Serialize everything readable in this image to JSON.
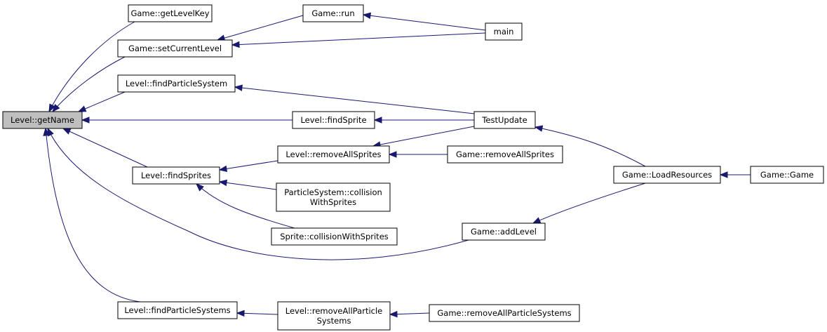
{
  "graph": {
    "colors": {
      "edge": "#191970",
      "node_border": "#000000",
      "root_fill": "#bfbfbf",
      "node_fill": "#ffffff"
    },
    "nodes": [
      {
        "id": "level_getname",
        "lines": [
          "Level::getName"
        ],
        "root": true
      },
      {
        "id": "game_getlevelkey",
        "lines": [
          "Game::getLevelKey"
        ]
      },
      {
        "id": "game_setcurrentlevel",
        "lines": [
          "Game::setCurrentLevel"
        ]
      },
      {
        "id": "level_findparticlesystem",
        "lines": [
          "Level::findParticleSystem"
        ]
      },
      {
        "id": "level_findsprite",
        "lines": [
          "Level::findSprite"
        ]
      },
      {
        "id": "level_findsprites",
        "lines": [
          "Level::findSprites"
        ]
      },
      {
        "id": "level_findparticlesystems",
        "lines": [
          "Level::findParticleSystems"
        ]
      },
      {
        "id": "game_run",
        "lines": [
          "Game::run"
        ]
      },
      {
        "id": "main",
        "lines": [
          "main"
        ]
      },
      {
        "id": "testupdate",
        "lines": [
          "TestUpdate"
        ]
      },
      {
        "id": "level_removeallsprites",
        "lines": [
          "Level::removeAllSprites"
        ]
      },
      {
        "id": "game_removeallsprites",
        "lines": [
          "Game::removeAllSprites"
        ]
      },
      {
        "id": "particlesystem_collision",
        "lines": [
          "ParticleSystem::collision",
          "WithSprites"
        ]
      },
      {
        "id": "sprite_collision",
        "lines": [
          "Sprite::collisionWithSprites"
        ]
      },
      {
        "id": "game_addlevel",
        "lines": [
          "Game::addLevel"
        ]
      },
      {
        "id": "game_loadresources",
        "lines": [
          "Game::LoadResources"
        ]
      },
      {
        "id": "game_game",
        "lines": [
          "Game::Game"
        ]
      },
      {
        "id": "level_removeallparticlesystems",
        "lines": [
          "Level::removeAllParticle",
          "Systems"
        ]
      },
      {
        "id": "game_removeallparticlesystems",
        "lines": [
          "Game::removeAllParticleSystems"
        ]
      }
    ],
    "edges": [
      {
        "from": "game_getlevelkey",
        "to": "level_getname"
      },
      {
        "from": "game_setcurrentlevel",
        "to": "level_getname"
      },
      {
        "from": "level_findparticlesystem",
        "to": "level_getname"
      },
      {
        "from": "level_findsprite",
        "to": "level_getname"
      },
      {
        "from": "level_findsprites",
        "to": "level_getname"
      },
      {
        "from": "game_addlevel",
        "to": "level_getname"
      },
      {
        "from": "level_findparticlesystems",
        "to": "level_getname"
      },
      {
        "from": "game_run",
        "to": "game_setcurrentlevel"
      },
      {
        "from": "main",
        "to": "game_setcurrentlevel"
      },
      {
        "from": "main",
        "to": "game_run"
      },
      {
        "from": "testupdate",
        "to": "level_findparticlesystem"
      },
      {
        "from": "testupdate",
        "to": "level_findsprite"
      },
      {
        "from": "testupdate",
        "to": "level_removeallsprites"
      },
      {
        "from": "level_removeallsprites",
        "to": "level_findsprites"
      },
      {
        "from": "game_removeallsprites",
        "to": "level_removeallsprites"
      },
      {
        "from": "particlesystem_collision",
        "to": "level_findsprites"
      },
      {
        "from": "sprite_collision",
        "to": "level_findsprites"
      },
      {
        "from": "game_loadresources",
        "to": "testupdate"
      },
      {
        "from": "game_loadresources",
        "to": "game_addlevel"
      },
      {
        "from": "game_game",
        "to": "game_loadresources"
      },
      {
        "from": "level_removeallparticlesystems",
        "to": "level_findparticlesystems"
      },
      {
        "from": "game_removeallparticlesystems",
        "to": "level_removeallparticlesystems"
      }
    ]
  }
}
